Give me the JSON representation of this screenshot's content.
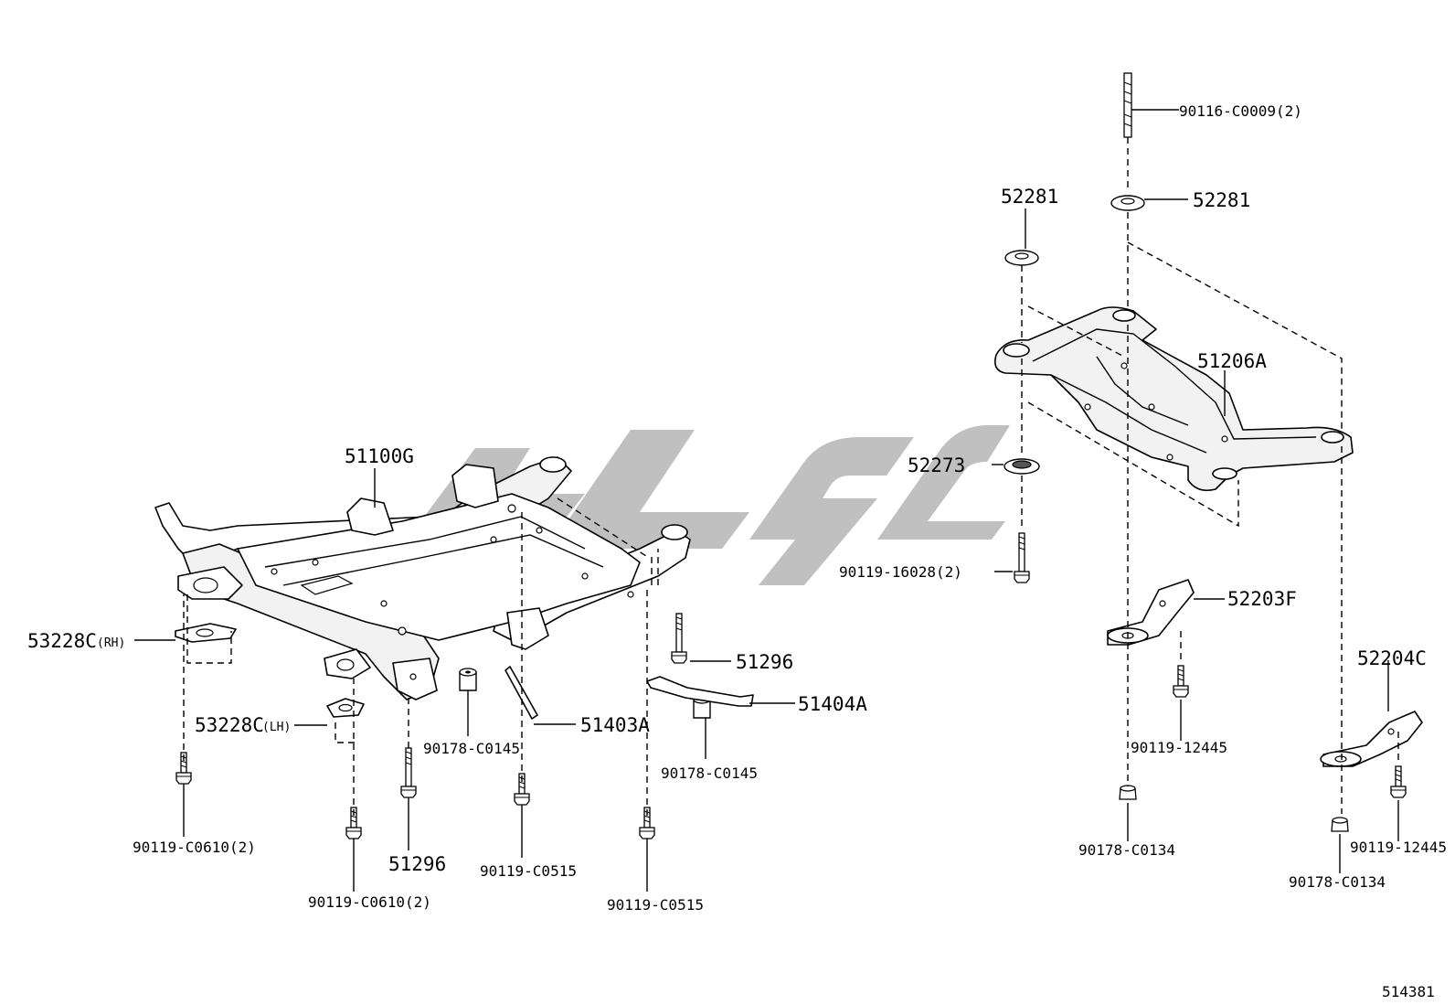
{
  "diagram_id": "514381",
  "front_labels": {
    "frame": "51100G",
    "bracket_rh": "53228C",
    "bracket_rh_side": "(RH)",
    "bracket_lh": "53228C",
    "bracket_lh_side": "(LH)",
    "bolt_rh_bottom": "90119-C0610(2)",
    "bolt_lh_bottom": "90119-C0610(2)",
    "bolt_51296_center": "51296",
    "bolt_51296_right": "51296",
    "bushing_left": "90178-C0145",
    "bushing_right": "90178-C0145",
    "stay_51403": "51403A",
    "stay_51404": "51404A",
    "bolt_c0515_center": "90119-C0515",
    "bolt_c0515_right": "90119-C0515"
  },
  "rear_labels": {
    "stud": "90116-C0009(2)",
    "washer_right": "52281",
    "washer_left": "52281",
    "crossmember": "51206A",
    "stopper": "52273",
    "bolt_16028": "90119-16028(2)",
    "brace_f": "52203F",
    "bolt_12445_left": "90119-12445",
    "nut_c0134_left": "90178-C0134",
    "brace_c": "52204C",
    "bolt_12445_right": "90119-12445",
    "nut_c0134_right": "90178-C0134"
  },
  "icons": {
    "watermark": "watermark-logo-icon",
    "bolt": "bolt-icon",
    "washer": "washer-icon",
    "nut": "nut-icon",
    "bushing": "bushing-icon"
  },
  "colors": {
    "line": "#000000",
    "watermark": "#b5b5b5",
    "background": "#ffffff"
  }
}
